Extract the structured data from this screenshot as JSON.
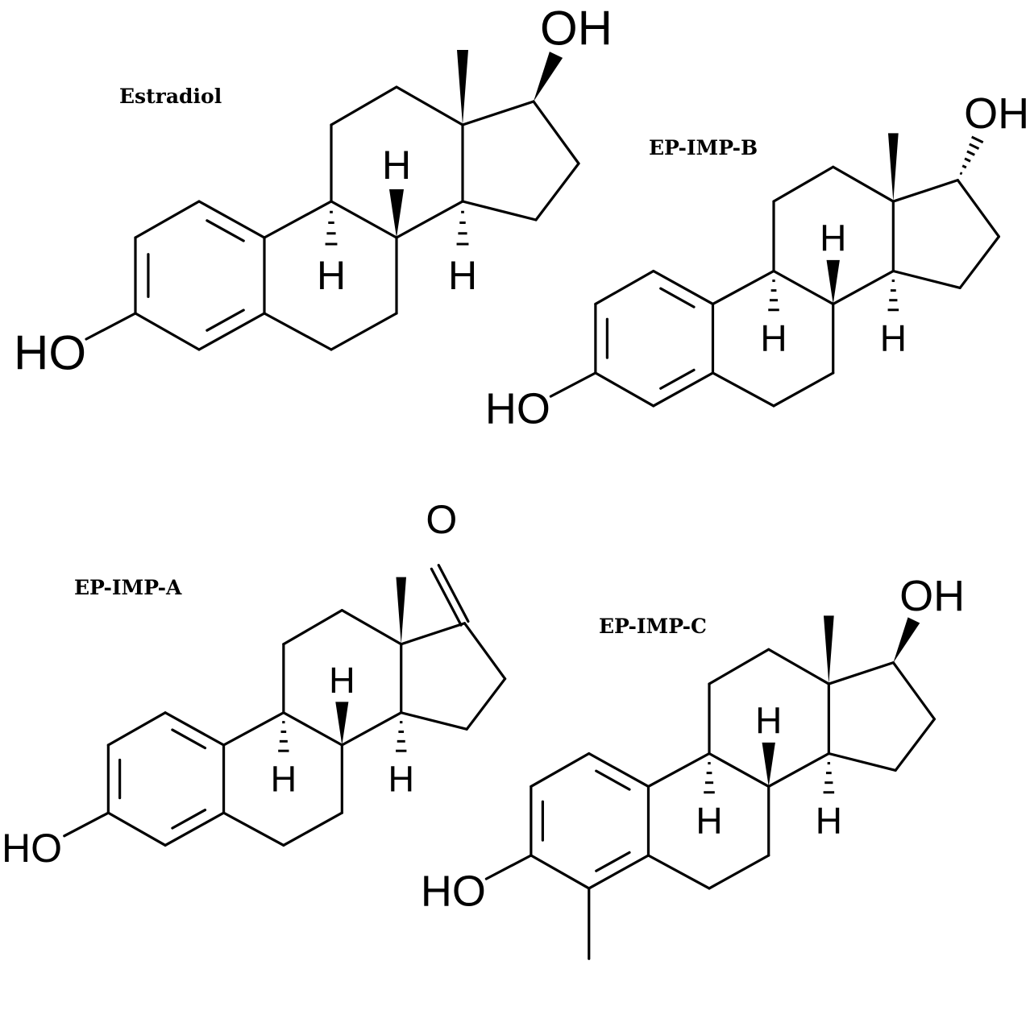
{
  "molecules": [
    {
      "name": "Estradiol",
      "atoms": {
        "oh_top": "OH",
        "oh_left": "HO",
        "h9": "H",
        "h8": "H",
        "h14": "H"
      }
    },
    {
      "name": "EP-IMP-B",
      "atoms": {
        "oh_top": "OH",
        "oh_left": "HO",
        "h9": "H",
        "h8": "H",
        "h14": "H"
      }
    },
    {
      "name": "EP-IMP-A",
      "atoms": {
        "oxo_top": "O",
        "oh_left": "HO",
        "h9": "H",
        "h8": "H",
        "h14": "H"
      }
    },
    {
      "name": "EP-IMP-C",
      "atoms": {
        "oh_top": "OH",
        "oh_left": "HO",
        "h9": "H",
        "h8": "H",
        "h14": "H"
      }
    }
  ]
}
